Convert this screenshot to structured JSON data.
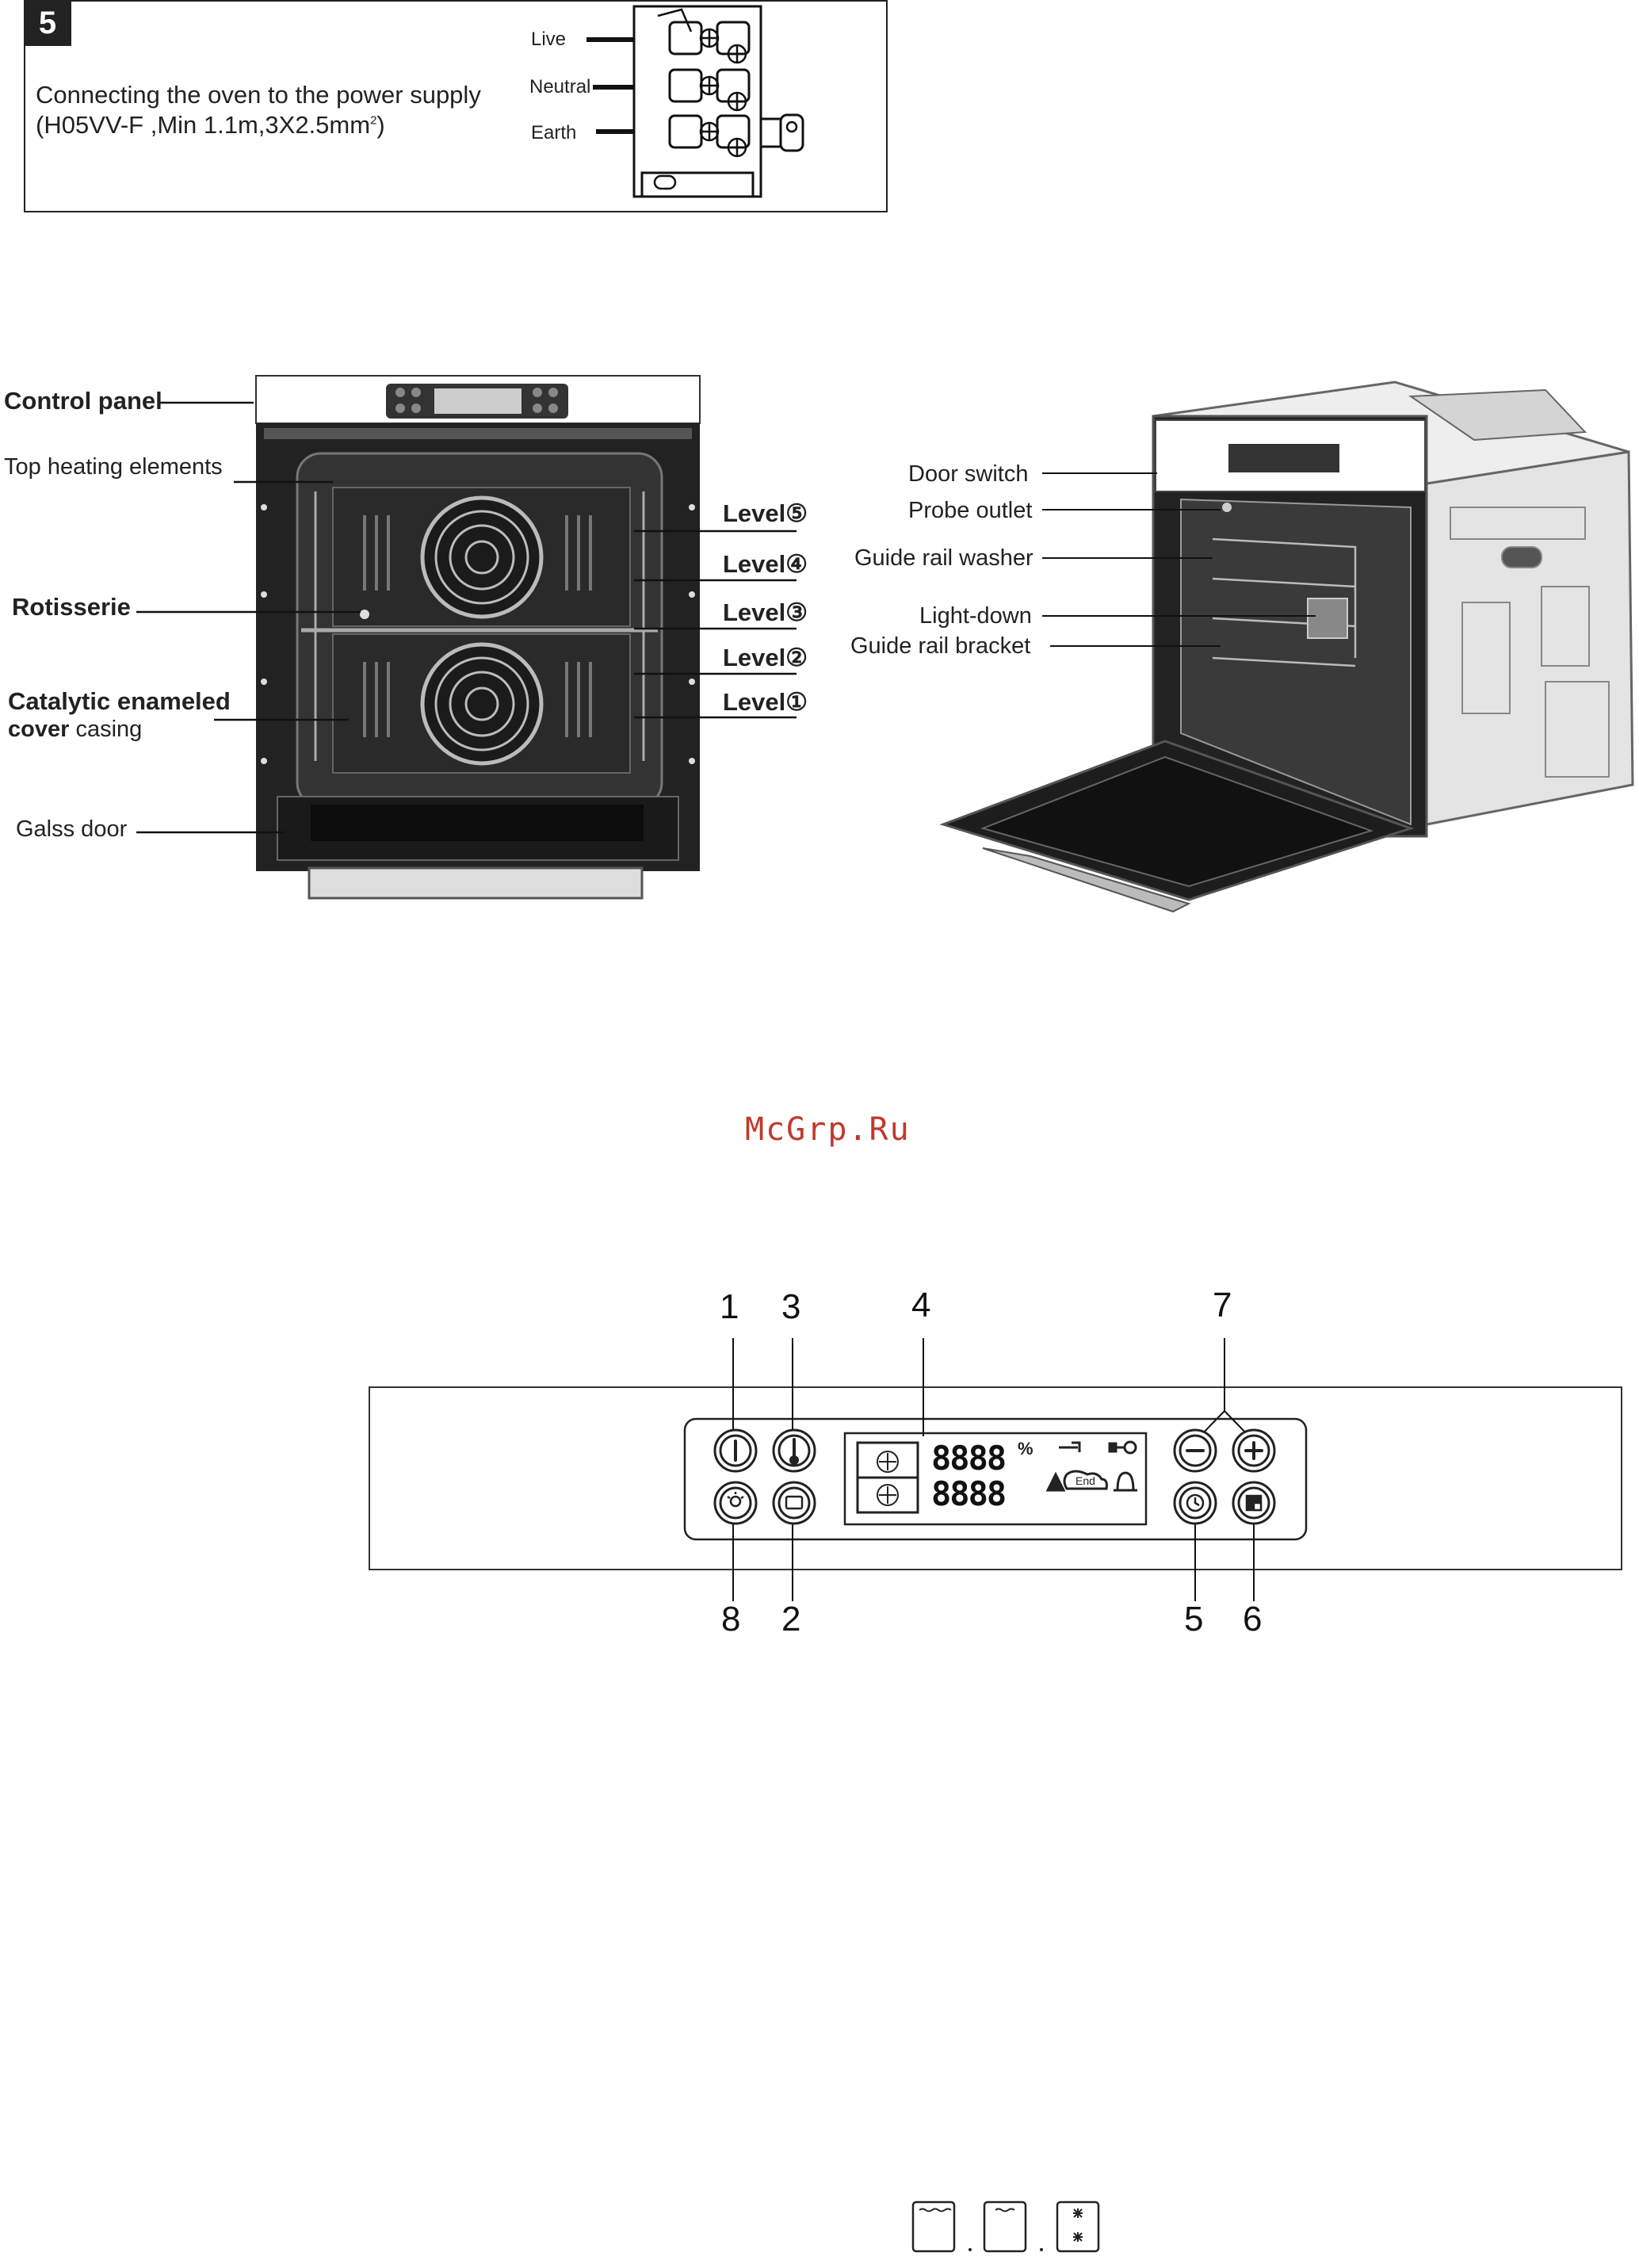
{
  "step": {
    "number": "5",
    "caption_line1": "Connecting the oven to the power supply",
    "caption_line2_pre": "(H05VV-F ,Min 1.1m,3X2.5mm",
    "caption_line2_sup": "2",
    "caption_line2_post": ")",
    "terminal_labels": [
      "Live",
      "Neutral",
      "Earth"
    ]
  },
  "front_view": {
    "labels": {
      "control_panel": "Control panel",
      "top_heating": "Top heating elements",
      "rotisserie": "Rotisserie",
      "catalytic_1": "Catalytic enameled",
      "catalytic_2a": "cover",
      "catalytic_2b": "casing",
      "glass_door": "Galss door"
    },
    "levels": [
      "Level⑤",
      "Level④",
      "Level③",
      "Level②",
      "Level①"
    ]
  },
  "side_view": {
    "labels": [
      "Door switch",
      "Probe outlet",
      "Guide rail washer",
      "Light-down",
      "Guide rail bracket"
    ]
  },
  "watermark": "McGrp.Ru",
  "control_panel_diagram": {
    "numbers_top": [
      "1",
      "3",
      "4",
      "7"
    ],
    "numbers_bottom": [
      "8",
      "2",
      "5",
      "6"
    ],
    "display": {
      "digits_top": "8888",
      "digits_bottom": "8888",
      "percent": "%",
      "end_label": "End"
    }
  }
}
